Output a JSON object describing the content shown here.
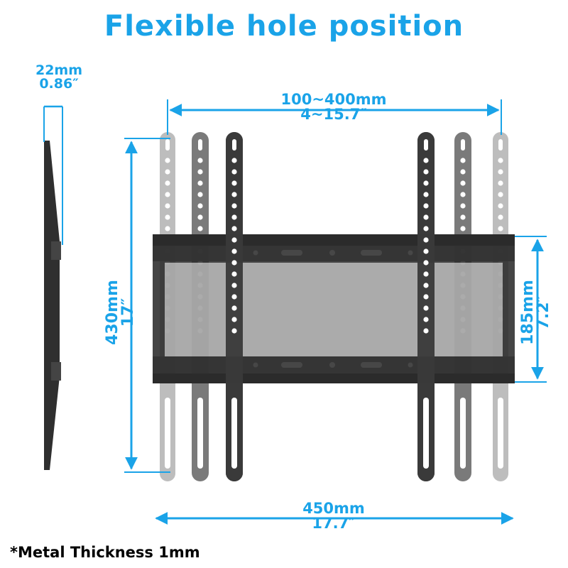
{
  "title": "Flexible hole position",
  "colors": {
    "accent": "#1aa3e8",
    "bracket": "#2b2b2b",
    "arm_dark": "#333333",
    "arm_mid": "#777777",
    "arm_light": "#b8b8b8"
  },
  "dimensions": {
    "depth": {
      "mm": "22mm",
      "inch": "0.86″"
    },
    "vesa_width": {
      "mm": "100~400mm",
      "inch": "4~15.7″"
    },
    "arm_height": {
      "mm": "430mm",
      "inch": "17″"
    },
    "plate_height": {
      "mm": "185mm",
      "inch": "7.2″"
    },
    "total_width": {
      "mm": "450mm",
      "inch": "17.7″"
    }
  },
  "footnote": "*Metal Thickness 1mm"
}
